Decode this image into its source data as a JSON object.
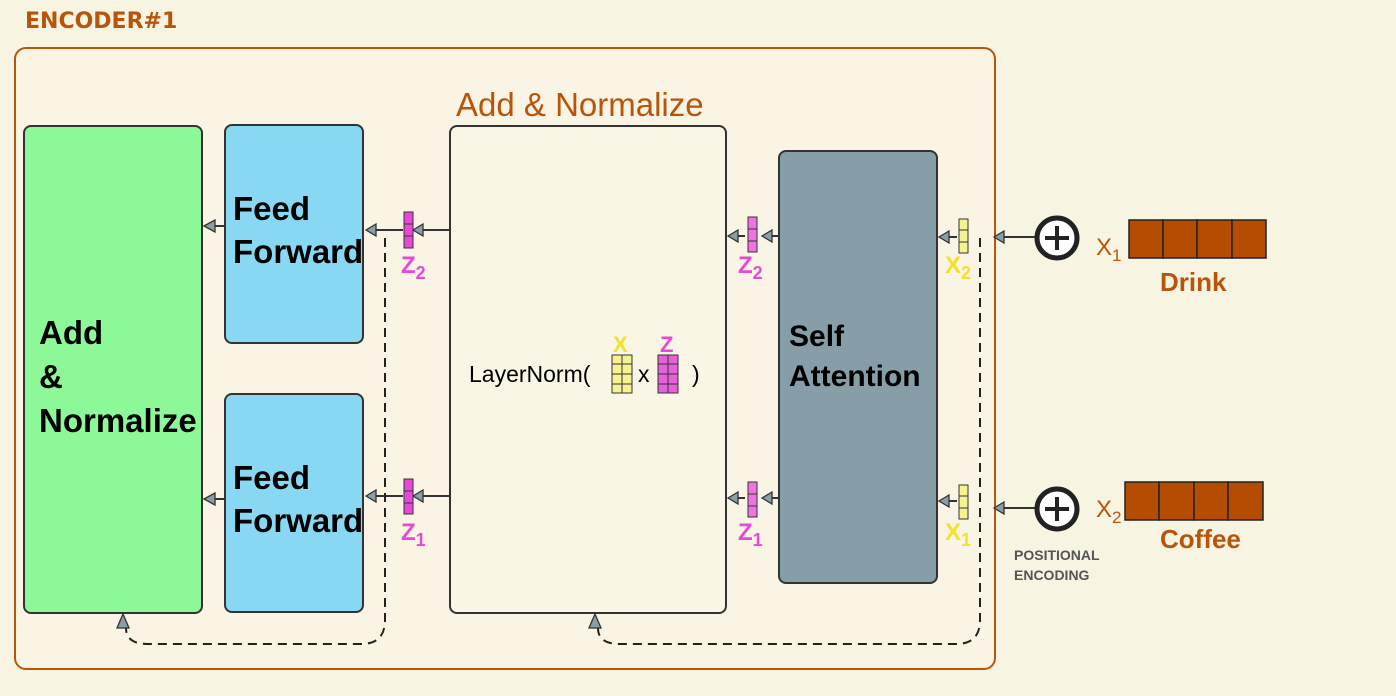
{
  "encoder_title": "ENCODER#1",
  "add_normalize_left": [
    "Add",
    "&",
    "Normalize"
  ],
  "feed_forward_top": [
    "Feed",
    "Forward"
  ],
  "feed_forward_bottom": [
    "Feed",
    "Forward"
  ],
  "add_normalize_title": "Add & Normalize",
  "layernorm": {
    "prefix": "LayerNorm(",
    "x_label": "X",
    "times": "x",
    "z_label": "Z",
    "close": ")"
  },
  "self_attention": [
    "Self",
    "Attention"
  ],
  "vectors": {
    "z2_left": {
      "base": "Z",
      "sub": "2"
    },
    "z1_left": {
      "base": "Z",
      "sub": "1"
    },
    "z2_right": {
      "base": "Z",
      "sub": "2"
    },
    "z1_right": {
      "base": "Z",
      "sub": "1"
    },
    "x2_in": {
      "base": "X",
      "sub": "2"
    },
    "x1_in": {
      "base": "X",
      "sub": "1"
    }
  },
  "inputs": {
    "drink": {
      "word": "Drink",
      "x_base": "X",
      "x_sub": "1"
    },
    "coffee": {
      "word": "Coffee",
      "x_base": "X",
      "x_sub": "2"
    }
  },
  "positional_encoding": [
    "POSITIONAL",
    "ENCODING"
  ],
  "colors": {
    "accent": "#b8550b",
    "green": "#8cf897",
    "blue": "#88d8f4",
    "slate": "#869ea8",
    "pink": "#e848d8",
    "yellow": "#f2e22a"
  }
}
